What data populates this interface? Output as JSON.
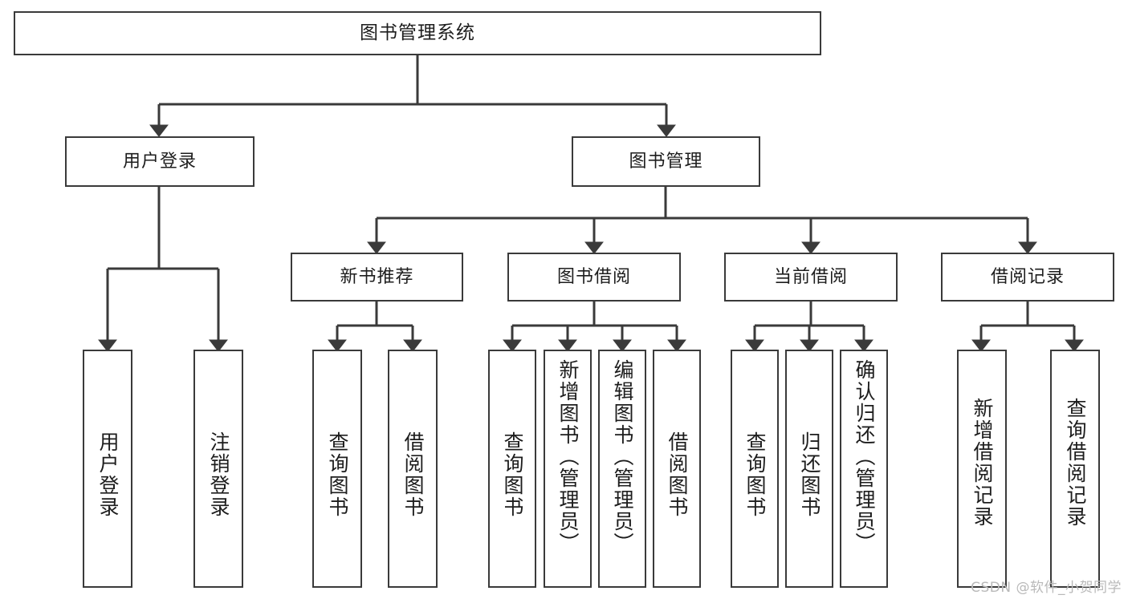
{
  "diagram": {
    "title": "图书管理系统",
    "type": "tree-hierarchy-chart",
    "root": {
      "label": "图书管理系统"
    },
    "level2": [
      {
        "label": "用户登录"
      },
      {
        "label": "图书管理"
      }
    ],
    "level3": [
      {
        "label": "新书推荐"
      },
      {
        "label": "图书借阅"
      },
      {
        "label": "当前借阅"
      },
      {
        "label": "借阅记录"
      }
    ],
    "leaves": {
      "user_login": [
        {
          "label": "用户登录"
        },
        {
          "label": "注销登录"
        }
      ],
      "new_book_recommend": [
        {
          "label": "查询图书"
        },
        {
          "label": "借阅图书"
        }
      ],
      "book_borrow": [
        {
          "label": "查询图书"
        },
        {
          "label": "新增图书（管理员）"
        },
        {
          "label": "编辑图书（管理员）"
        },
        {
          "label": "借阅图书"
        }
      ],
      "current_borrow": [
        {
          "label": "查询图书"
        },
        {
          "label": "归还图书"
        },
        {
          "label": "确认归还（管理员）"
        }
      ],
      "borrow_record": [
        {
          "label": "新增借阅记录"
        },
        {
          "label": "查询借阅记录"
        }
      ]
    }
  },
  "watermark": {
    "text": "CSDN @软件_小贺同学"
  },
  "colors": {
    "stroke": "#3a3a3a",
    "background": "#ffffff",
    "text": "#1d1d1d",
    "watermark": "#b9b9b9"
  }
}
